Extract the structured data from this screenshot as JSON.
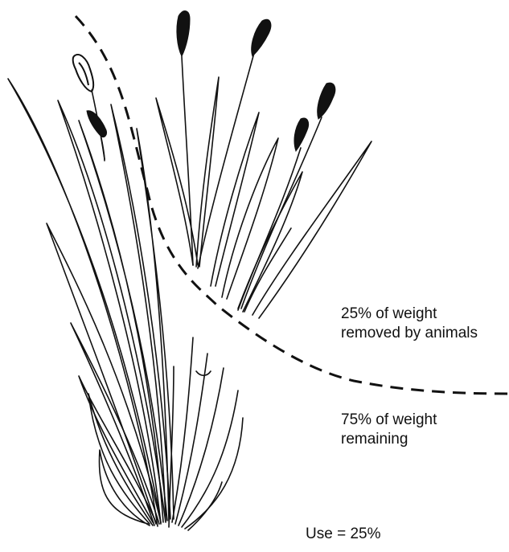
{
  "labels": {
    "removed_line1": "25% of weight",
    "removed_line2": "removed by animals",
    "remaining_line1": "75% of weight",
    "remaining_line2": "remaining",
    "use": "Use = 25%"
  },
  "values": {
    "removed_percent": 25,
    "remaining_percent": 75,
    "use_percent": 25
  },
  "colors": {
    "ink": "#111111",
    "background": "#ffffff"
  }
}
